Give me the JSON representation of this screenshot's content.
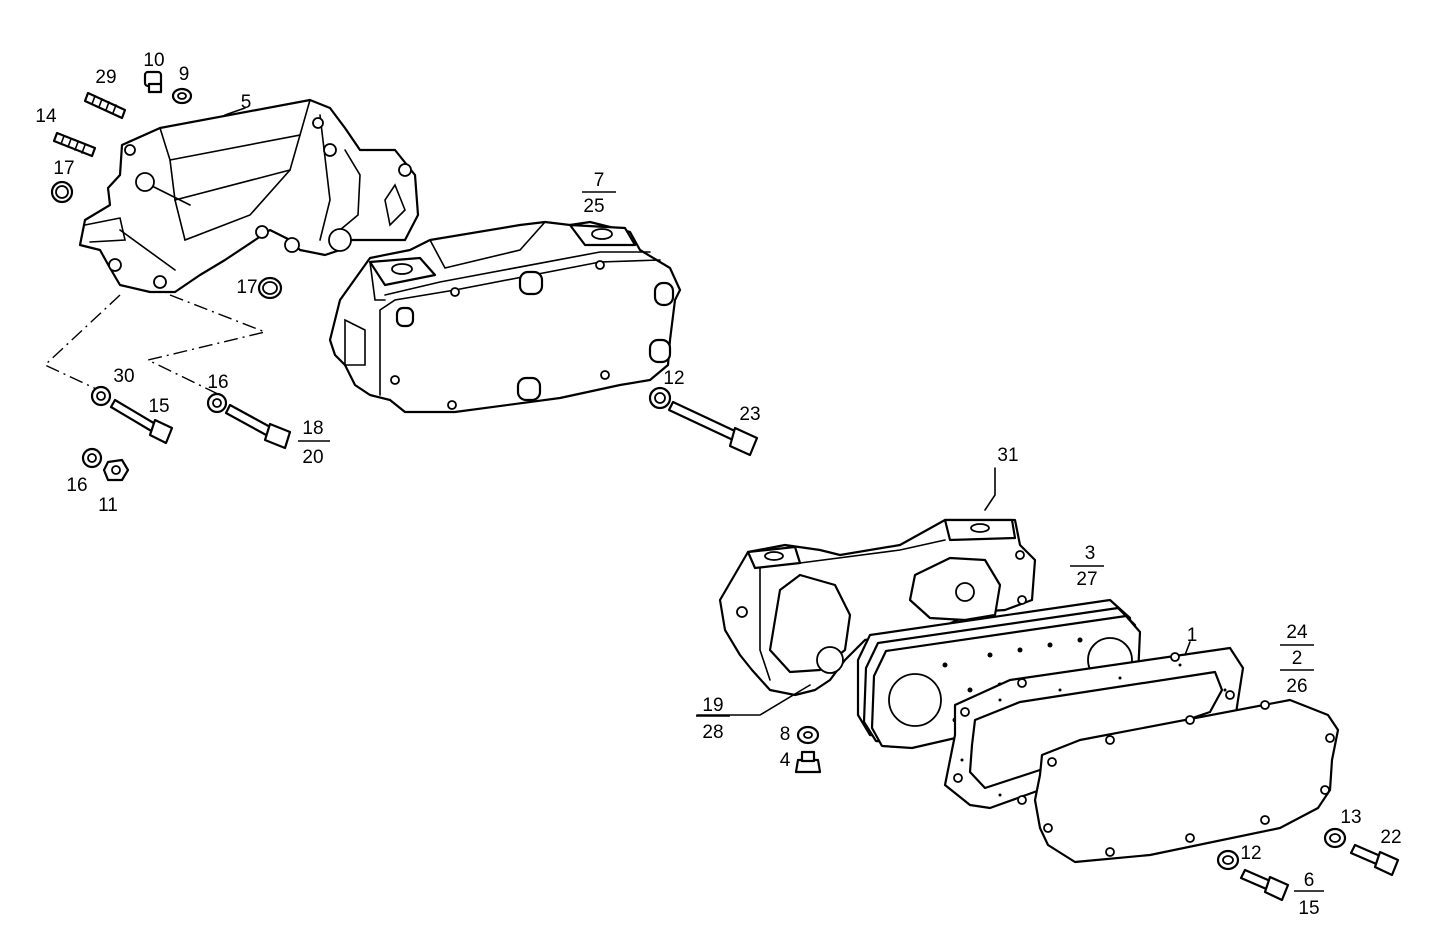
{
  "labels": {
    "l29": "29",
    "l10": "10",
    "l9": "9",
    "l14": "14",
    "l5": "5",
    "l17a": "17",
    "l17b": "17",
    "l7": "7",
    "l25": "25",
    "l30": "30",
    "l15a": "15",
    "l16a": "16",
    "l18": "18",
    "l20": "20",
    "l16b": "16",
    "l11": "11",
    "l12a": "12",
    "l23": "23",
    "l31": "31",
    "l3": "3",
    "l27": "27",
    "l1": "1",
    "l24": "24",
    "l2": "2",
    "l26": "26",
    "l19": "19",
    "l28": "28",
    "l8": "8",
    "l4": "4",
    "l13": "13",
    "l22": "22",
    "l12b": "12",
    "l6": "6",
    "l15b": "15"
  }
}
